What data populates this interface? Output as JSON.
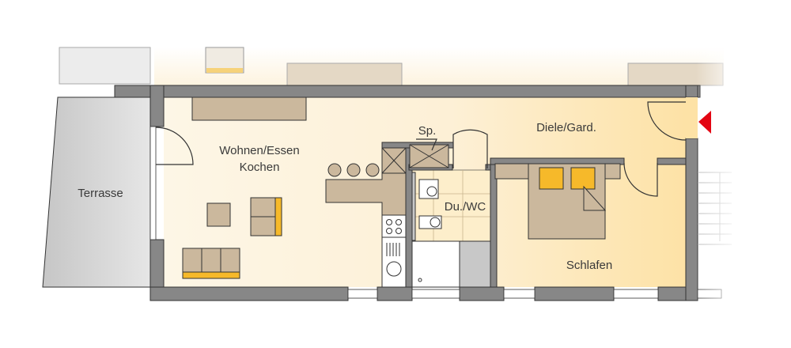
{
  "plan": {
    "rooms": {
      "living": "Wohnen/Essen",
      "living_line2": "Kochen",
      "terrace": "Terrasse",
      "storage": "Sp.",
      "hall": "Diele/Gard.",
      "bath": "Du./WC",
      "bedroom": "Schlafen"
    },
    "entrance_marker": "red-triangle-icon",
    "colors": {
      "floor_light": "#fdf6e6",
      "floor_warm": "#fde2a6",
      "wall": "#878787",
      "furniture": "#cbb89d",
      "accent": "#f6b92a",
      "entrance": "#e30613"
    }
  }
}
